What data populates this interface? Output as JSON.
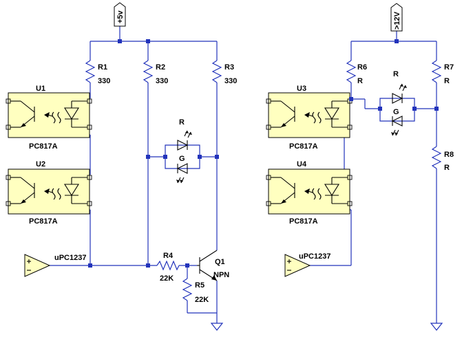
{
  "nets": {
    "supply_left": "+5v",
    "supply_right": ">12V"
  },
  "labels": {
    "r1_name": "R1",
    "r1_val": "330",
    "r2_name": "R2",
    "r2_val": "330",
    "r3_name": "R3",
    "r3_val": "330",
    "r4_name": "R4",
    "r4_val": "22K",
    "r5_name": "R5",
    "r5_val": "22K",
    "r6_name": "R6",
    "r6_val": "R",
    "r7_name": "R7",
    "r7_val": "R",
    "r8_name": "R8",
    "r8_val": "R",
    "u1_name": "U1",
    "u1_part": "PC817A",
    "u2_name": "U2",
    "u2_part": "PC817A",
    "u3_name": "U3",
    "u3_part": "PC817A",
    "u4_name": "U4",
    "u4_part": "PC817A",
    "q1_name": "Q1",
    "q1_type": "NPN",
    "opamp_left": "uPC1237",
    "opamp_right": "uPC1237",
    "led_left_r": "R",
    "led_left_g": "G",
    "led_right_r": "R",
    "led_right_g": "G"
  },
  "colors": {
    "wire": "#2233bb",
    "optocoupler_fill": "#ffffc0",
    "opamp_fill": "#ffffc0",
    "background": "#ffffff"
  }
}
